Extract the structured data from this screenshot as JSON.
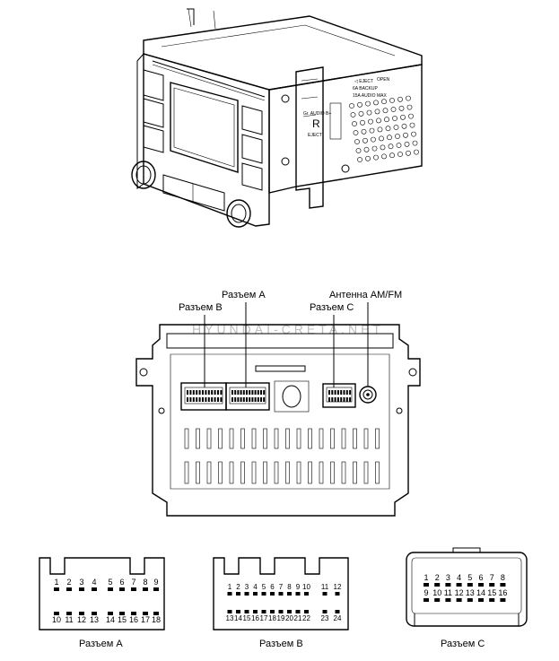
{
  "device_labels": {
    "front_button_line1": "◁ EJECT",
    "front_button_line2": "OPEN",
    "side_label1": "6A BACKUP",
    "side_label2": "15A AUDIO MAX",
    "center_mark": "R",
    "center_text1": "Gr. AUDIO B+",
    "center_text2": "EJECT"
  },
  "watermark": "HYUNDAI-CRETA.NET",
  "callouts": {
    "connector_a": "Разъем A",
    "connector_b": "Разъем B",
    "connector_c": "Разъем C",
    "antenna": "Антенна AM/FM"
  },
  "connectors": [
    {
      "caption": "Разъем A",
      "pins_top": [
        "1",
        "2",
        "3",
        "4",
        "5",
        "6",
        "7",
        "8",
        "9"
      ],
      "pins_bottom": [
        "10",
        "11",
        "12",
        "13",
        "14",
        "15",
        "16",
        "17",
        "18"
      ]
    },
    {
      "caption": "Разъем B",
      "pins_top": [
        "1",
        "2",
        "3",
        "4",
        "5",
        "6",
        "7",
        "8",
        "9",
        "10",
        "11",
        "12"
      ],
      "pins_bottom": [
        "13",
        "14",
        "15",
        "16",
        "17",
        "18",
        "19",
        "20",
        "21",
        "22",
        "23",
        "24"
      ]
    },
    {
      "caption": "Разъем C",
      "pins_top": [
        "1",
        "2",
        "3",
        "4",
        "5",
        "6",
        "7",
        "8"
      ],
      "pins_bottom": [
        "9",
        "10",
        "11",
        "12",
        "13",
        "14",
        "15",
        "16"
      ]
    }
  ]
}
